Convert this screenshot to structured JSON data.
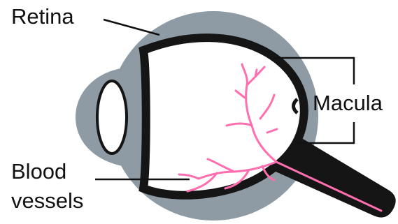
{
  "labels": {
    "retina": "Retina",
    "macula": "Macula",
    "blood_line1": "Blood",
    "blood_line2": "vessels"
  },
  "colors": {
    "sclera": "#8e9ba4",
    "outline": "#151515",
    "vessels": "#ff6fb0",
    "background": "#ffffff"
  }
}
